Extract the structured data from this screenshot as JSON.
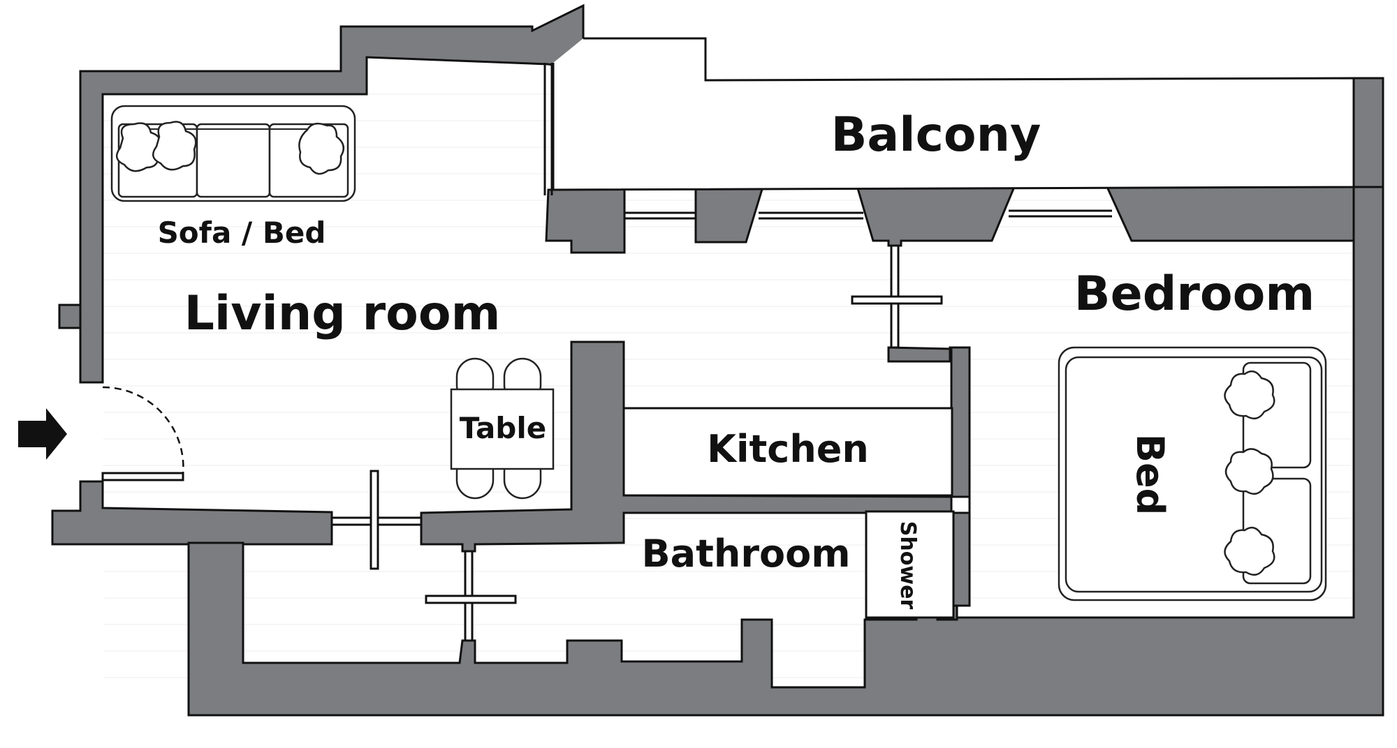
{
  "rooms": {
    "living_room": "Living room",
    "balcony": "Balcony",
    "bedroom": "Bedroom",
    "kitchen": "Kitchen",
    "bathroom": "Bathroom",
    "shower": "Shower"
  },
  "furniture": {
    "sofa_bed": "Sofa / Bed",
    "table": "Table",
    "bed": "Bed"
  },
  "colors": {
    "wall": "#7c7d80",
    "outline": "#111111",
    "floor": "#ffffff"
  },
  "icons": {
    "entrance": "entrance-arrow-icon"
  }
}
